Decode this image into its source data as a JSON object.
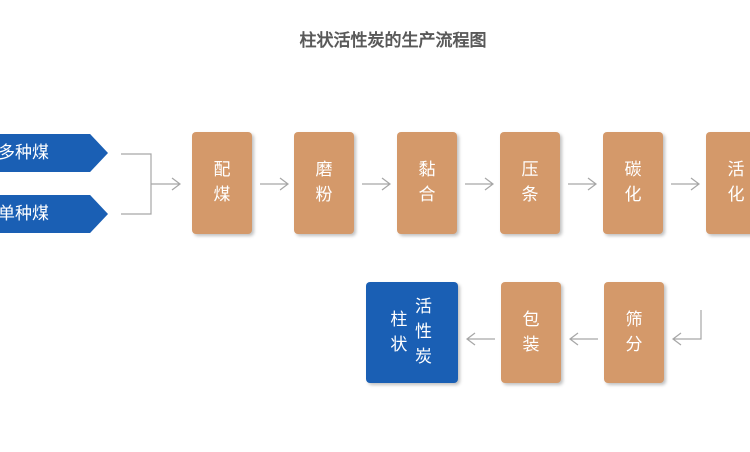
{
  "title": "柱状活性炭的生产流程图",
  "inputs": [
    "多种煤",
    "单种煤"
  ],
  "steps": [
    "配煤",
    "磨粉",
    "黏合",
    "压条",
    "碳化",
    "活化",
    "筛分",
    "包装"
  ],
  "product": {
    "col1": "柱状",
    "col2": "活性炭"
  },
  "colors": {
    "step": "#D4996A",
    "input": "#1A5FB4",
    "arrow": "#A6A6A6"
  }
}
